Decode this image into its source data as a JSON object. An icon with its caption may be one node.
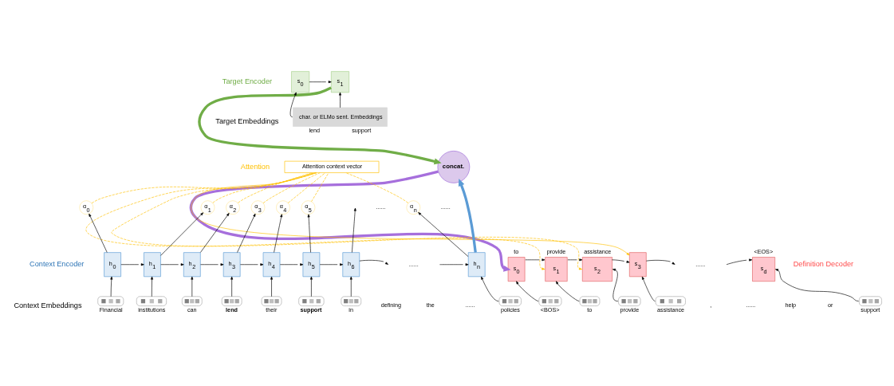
{
  "diagram": {
    "nodes": [
      {
        "text": [
          "s$_{0}$"
        ]
      },
      {
        "text": [
          "s$_{1}$"
        ]
      },
      {
        "text": [
          "char. or ELMo sent. Embeddings"
        ],
        "beside": [
          "lend",
          "support"
        ]
      },
      {
        "text": [
          "concat."
        ]
      },
      {
        "text": [
          "Attention context vector"
        ]
      },
      {
        "text": [
          "α$_{0}$"
        ]
      },
      {
        "text": [
          "α$_{1}$"
        ]
      },
      {
        "text": [
          "α$_{2}$"
        ]
      },
      {
        "text": [
          "α$_{3}$"
        ]
      },
      {
        "text": [
          "α$_{4}$"
        ]
      },
      {
        "text": [
          "α$_{5}$"
        ]
      },
      {
        "text": [
          "α$_{n}$"
        ]
      },
      {
        "text": [
          "h$_{0}$"
        ]
      },
      {
        "text": [
          "h$_{1}$"
        ]
      },
      {
        "text": [
          "h$_{2}$"
        ]
      },
      {
        "text": [
          "h$_{3}$"
        ]
      },
      {
        "text": [
          "h$_{4}$"
        ]
      },
      {
        "text": [
          "h$_{5}$"
        ]
      },
      {
        "text": [
          "h$_{6}$"
        ]
      },
      {
        "text": [
          "h$_{n}$"
        ]
      },
      {
        "text": [],
        "shape": "box",
        "beside": [
          "Financial"
        ]
      },
      {
        "text": [],
        "shape": "box",
        "beside": [
          "institutions"
        ]
      },
      {
        "text": [],
        "shape": "box",
        "beside": [
          "can"
        ]
      },
      {
        "text": [],
        "shape": "box",
        "beside": [
          "lend"
        ]
      },
      {
        "text": [],
        "shape": "box",
        "beside": [
          "their"
        ]
      },
      {
        "text": [],
        "shape": "box",
        "beside": [
          "support"
        ]
      },
      {
        "text": [],
        "shape": "box",
        "beside": [
          "in"
        ]
      },
      {
        "text": [],
        "shape": "box",
        "beside": [
          "policies"
        ]
      },
      {
        "text": [
          "s$_{0}$"
        ],
        "beside": [
          "to"
        ]
      },
      {
        "text": [
          "s$_{1}$"
        ],
        "beside": [
          "provide"
        ]
      },
      {
        "text": [
          "s$_{2}$"
        ],
        "beside": [
          "assistance"
        ]
      },
      {
        "text": [
          "s$_{3}$"
        ]
      },
      {
        "text": [
          "s$_{d}$"
        ],
        "beside": [
          "<EOS>"
        ]
      },
      {
        "text": [],
        "shape": "box",
        "beside": [
          "<BOS>"
        ]
      },
      {
        "text": [],
        "shape": "box",
        "beside": [
          "to"
        ]
      },
      {
        "text": [],
        "shape": "box",
        "beside": [
          "provide"
        ]
      },
      {
        "text": [],
        "shape": "box",
        "beside": [
          "assistance"
        ]
      },
      {
        "text": [],
        "shape": "box",
        "beside": [
          "support"
        ]
      }
    ],
    "edges": [
      {
        "from": 2,
        "to": 0,
        "arrow": "to"
      },
      {
        "from": 2,
        "to": 1,
        "arrow": "to"
      },
      {
        "from": 0,
        "to": 1,
        "arrow": "to"
      },
      {
        "from": 1,
        "to": 3,
        "arrow": "to",
        "style": "thick",
        "color": "#70ad47"
      },
      {
        "from": 19,
        "to": 3,
        "arrow": "to",
        "style": "thick",
        "color": "#5b9bd5"
      },
      {
        "from": 3,
        "to": 28,
        "arrow": "to",
        "style": "thick",
        "color": "#a66fdc"
      },
      {
        "from": 5,
        "to": 4,
        "arrow": "none",
        "style": "dashed",
        "color": "#ffc000"
      },
      {
        "from": 6,
        "to": 4,
        "arrow": "none",
        "style": "dashed",
        "color": "#ffc000"
      },
      {
        "from": 7,
        "to": 4,
        "arrow": "none",
        "style": "dashed",
        "color": "#ffc000"
      },
      {
        "from": 8,
        "to": 4,
        "arrow": "none",
        "style": "dashed",
        "color": "#ffc000"
      },
      {
        "from": 9,
        "to": 4,
        "arrow": "none",
        "style": "dashed",
        "color": "#ffc000"
      },
      {
        "from": 10,
        "to": 4,
        "arrow": "none",
        "style": "dashed",
        "color": "#ffc000"
      },
      {
        "from": 11,
        "to": 4,
        "arrow": "none",
        "style": "dashed",
        "color": "#ffc000"
      },
      {
        "from": 12,
        "to": 5,
        "arrow": "to"
      },
      {
        "from": 13,
        "to": 6,
        "arrow": "to"
      },
      {
        "from": 14,
        "to": 7,
        "arrow": "to"
      },
      {
        "from": 15,
        "to": 8,
        "arrow": "to"
      },
      {
        "from": 16,
        "to": 9,
        "arrow": "to"
      },
      {
        "from": 17,
        "to": 10,
        "arrow": "to"
      },
      {
        "from": 18,
        "to": null,
        "arrow": "to"
      },
      {
        "from": 19,
        "to": 11,
        "arrow": "to"
      },
      {
        "from": 12,
        "to": 13,
        "arrow": "to"
      },
      {
        "from": 13,
        "to": 14,
        "arrow": "to"
      },
      {
        "from": 14,
        "to": 15,
        "arrow": "to"
      },
      {
        "from": 15,
        "to": 16,
        "arrow": "to"
      },
      {
        "from": 16,
        "to": 17,
        "arrow": "to"
      },
      {
        "from": 17,
        "to": 18,
        "arrow": "to"
      },
      {
        "from": 18,
        "to": null,
        "arrow": "to"
      },
      {
        "from": null,
        "to": 19,
        "arrow": "to"
      },
      {
        "from": 20,
        "to": 12,
        "arrow": "to"
      },
      {
        "from": 21,
        "to": 13,
        "arrow": "to"
      },
      {
        "from": 22,
        "to": 14,
        "arrow": "to"
      },
      {
        "from": 23,
        "to": 15,
        "arrow": "to"
      },
      {
        "from": 24,
        "to": 16,
        "arrow": "to"
      },
      {
        "from": 25,
        "to": 17,
        "arrow": "to"
      },
      {
        "from": 26,
        "to": 18,
        "arrow": "to"
      },
      {
        "from": 27,
        "to": 19,
        "arrow": "to"
      },
      {
        "from": 28,
        "to": 29,
        "arrow": "to"
      },
      {
        "from": 29,
        "to": 30,
        "arrow": "to"
      },
      {
        "from": 30,
        "to": 31,
        "arrow": "to"
      },
      {
        "from": 31,
        "to": null,
        "arrow": "to"
      },
      {
        "from": null,
        "to": 32,
        "arrow": "to"
      },
      {
        "from": 33,
        "to": 28,
        "arrow": "to"
      },
      {
        "from": 34,
        "to": 29,
        "arrow": "to"
      },
      {
        "from": 35,
        "to": 30,
        "arrow": "to"
      },
      {
        "from": 36,
        "to": 31,
        "arrow": "to"
      },
      {
        "from": 37,
        "to": 32,
        "arrow": "to"
      },
      {
        "from": 4,
        "to": 29,
        "arrow": "to",
        "style": "dashed",
        "color": "#ffc000"
      },
      {
        "from": 4,
        "to": 30,
        "arrow": "to",
        "style": "dashed",
        "color": "#ffc000"
      },
      {
        "from": 4,
        "to": 31,
        "arrow": "to",
        "color": "#ffc000"
      }
    ],
    "labels": [
      "Target Encoder",
      "Target Embeddings",
      "Attention",
      "Context Encoder",
      "......",
      "......",
      "......",
      "Context Embeddings",
      "defining",
      "the",
      "......",
      "Definition Decoder",
      "......",
      "......",
      ",",
      "help",
      "or"
    ]
  }
}
